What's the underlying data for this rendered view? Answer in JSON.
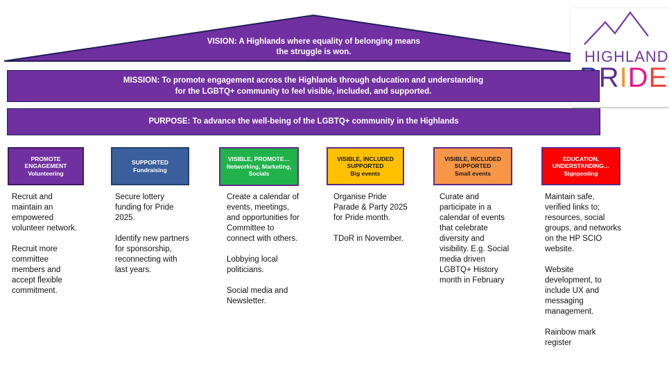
{
  "vision": {
    "line1": "VISION: A Highlands where equality of belonging means",
    "line2": "the struggle is won."
  },
  "mission": {
    "line1": "MISSION: To promote engagement across the Highlands through education and understanding",
    "line2": "for the LGBTQ+ community to feel visible, included, and supported."
  },
  "purpose": {
    "text": "PURPOSE: To advance the well-being of the LGBTQ+ community in the Highlands"
  },
  "logo": {
    "top": "HIGHLAND",
    "bottom_letters": [
      "P",
      "R",
      "I",
      "D",
      "E"
    ],
    "colors": [
      "#2e3192",
      "#5b2d8e",
      "#f7941d",
      "#e8168b",
      "#ef4136"
    ]
  },
  "columns": [
    {
      "title": "PROMOTE ENGAGEMENT",
      "subtitle": "Volunteering",
      "box_bg": "#7030a0",
      "box_border": "#3f1a5e",
      "text_color": "#ffffff",
      "paragraphs": [
        "Recruit and maintain an empowered volunteer network.",
        "Recruit more committee members and accept flexible commitment."
      ]
    },
    {
      "title": "SUPPORTED",
      "subtitle": "Fundraising",
      "box_bg": "#3a5f9c",
      "box_border": "#22406e",
      "text_color": "#ffffff",
      "paragraphs": [
        "Secure lottery funding for Pride 2025.",
        "Identify new partners for sponsorship, reconnecting with last years."
      ]
    },
    {
      "title": "VISIBLE, PROMOTE…",
      "subtitle": "Networking, Marketing, Socials",
      "box_bg": "#22b24c",
      "box_border": "#5c2a8a",
      "text_color": "#ffffff",
      "paragraphs": [
        "Create a calendar of events, meetings, and opportunities for Committee to connect with others.",
        "Lobbying local politicians.",
        "Social media and Newsletter."
      ]
    },
    {
      "title": "VISIBLE, INCLUDED SUPPORTED",
      "subtitle": "Big events",
      "box_bg": "#ffc000",
      "box_border": "#5c2a8a",
      "text_color": "#1a1a1a",
      "paragraphs": [
        "Organise Pride Parade & Party 2025 for Pride month.",
        "TDoR in November."
      ]
    },
    {
      "title": "VISIBLE, INCLUDED SUPPORTED",
      "subtitle": "Small events",
      "box_bg": "#f79646",
      "box_border": "#5c2a8a",
      "text_color": "#1a1a1a",
      "paragraphs": [
        "Curate and participate in a calendar of events that celebrate diversity and visibility. E.g. Social media driven LGBTQ+ History month in February"
      ]
    },
    {
      "title": "EDUCATION, UNDERSTANDING…",
      "subtitle": "Signposting",
      "box_bg": "#ff0000",
      "box_border": "#5c2a8a",
      "text_color": "#ffffff",
      "paragraphs": [
        "Maintain safe, verified links to; resources, social groups, and networks on the HP SCIO website.",
        "Website development, to include UX and messaging management.",
        "Rainbow mark register"
      ]
    }
  ]
}
